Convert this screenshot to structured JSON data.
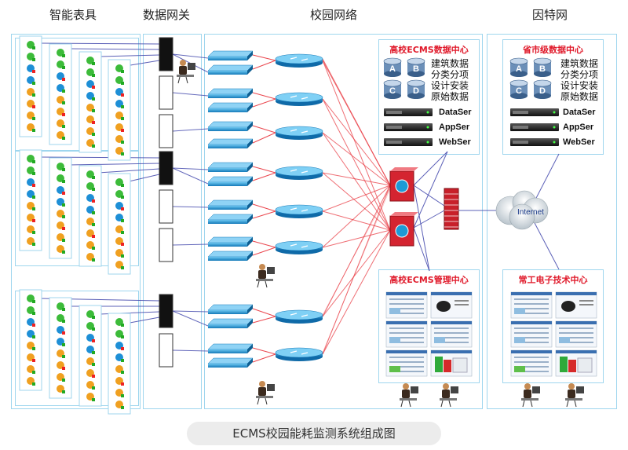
{
  "columns": {
    "smart_meters": "智能表具",
    "data_gateway": "数据网关",
    "campus_network": "校园网络",
    "internet": "因特网"
  },
  "university_dc": {
    "title": "高校ECMS数据中心",
    "db_letters": [
      "A",
      "B",
      "C",
      "D"
    ],
    "categories": [
      "建筑数据",
      "分类分项",
      "设计安装",
      "原始数据"
    ],
    "servers": [
      "DataSer",
      "AppSer",
      "WebSer"
    ]
  },
  "provincial_dc": {
    "title": "省市级数据中心",
    "db_letters": [
      "A",
      "B",
      "C",
      "D"
    ],
    "categories": [
      "建筑数据",
      "分类分项",
      "设计安装",
      "原始数据"
    ],
    "servers": [
      "DataSer",
      "AppSer",
      "WebSer"
    ]
  },
  "university_mgmt": {
    "title": "高校ECMS管理中心"
  },
  "tech_center": {
    "title": "常工电子技术中心"
  },
  "cloud_label": "Internet",
  "caption": "ECMS校园能耗监测系统组成图",
  "colors": {
    "panel_border": "#9fd6ee",
    "red_link": "#e8323a",
    "blue_link": "#4a4fb0",
    "title_red": "#e0192a",
    "switch_blue": "#1e9ad6"
  }
}
